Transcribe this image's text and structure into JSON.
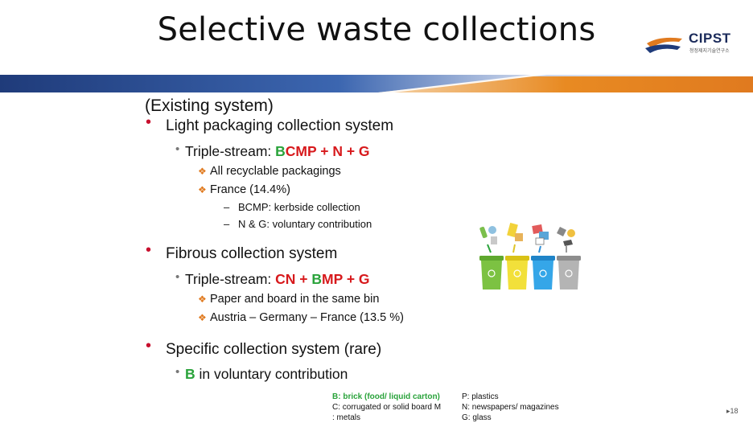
{
  "title": "Selective waste collections",
  "logo": {
    "name": "CIPST",
    "subtitle": "청정제지기술연구소"
  },
  "existing": "(Existing system)",
  "sections": [
    {
      "heading": "Light packaging collection system",
      "stream_label": "Triple-stream: ",
      "stream_parts": [
        "B",
        "CMP + N + G"
      ],
      "points": [
        "All recyclable packagings",
        "France (14.4%)"
      ],
      "subpoints": [
        "BCMP: kerbside collection",
        "N & G: voluntary contribution"
      ]
    },
    {
      "heading": "Fibrous collection system",
      "stream_label": "Triple-stream: ",
      "stream_parts": [
        "CN + ",
        "B",
        "MP + G"
      ],
      "points": [
        "Paper and board in the same bin",
        "Austria – Germany – France (13.5 %)"
      ]
    },
    {
      "heading": "Specific collection system (rare)",
      "stream_parts": [
        "B",
        " in voluntary contribution"
      ]
    }
  ],
  "legend": {
    "b": "B: brick (food/ liquid carton)",
    "c1": "C: corrugated or solid board M",
    "c2": ": metals",
    "p": "P: plastics",
    "n": "N: newspapers/ magazines",
    "gl": "G: glass"
  },
  "page_number": "18",
  "colors": {
    "green": "#2aa33b",
    "red": "#d7191c",
    "bullet": "#c8102e",
    "diamond": "#e07a1f",
    "band_blue": "#1f3b7a",
    "band_orange": "#e07a1f"
  },
  "icons": [
    "recycle-bins-illustration",
    "diamond-bullet-icon"
  ]
}
